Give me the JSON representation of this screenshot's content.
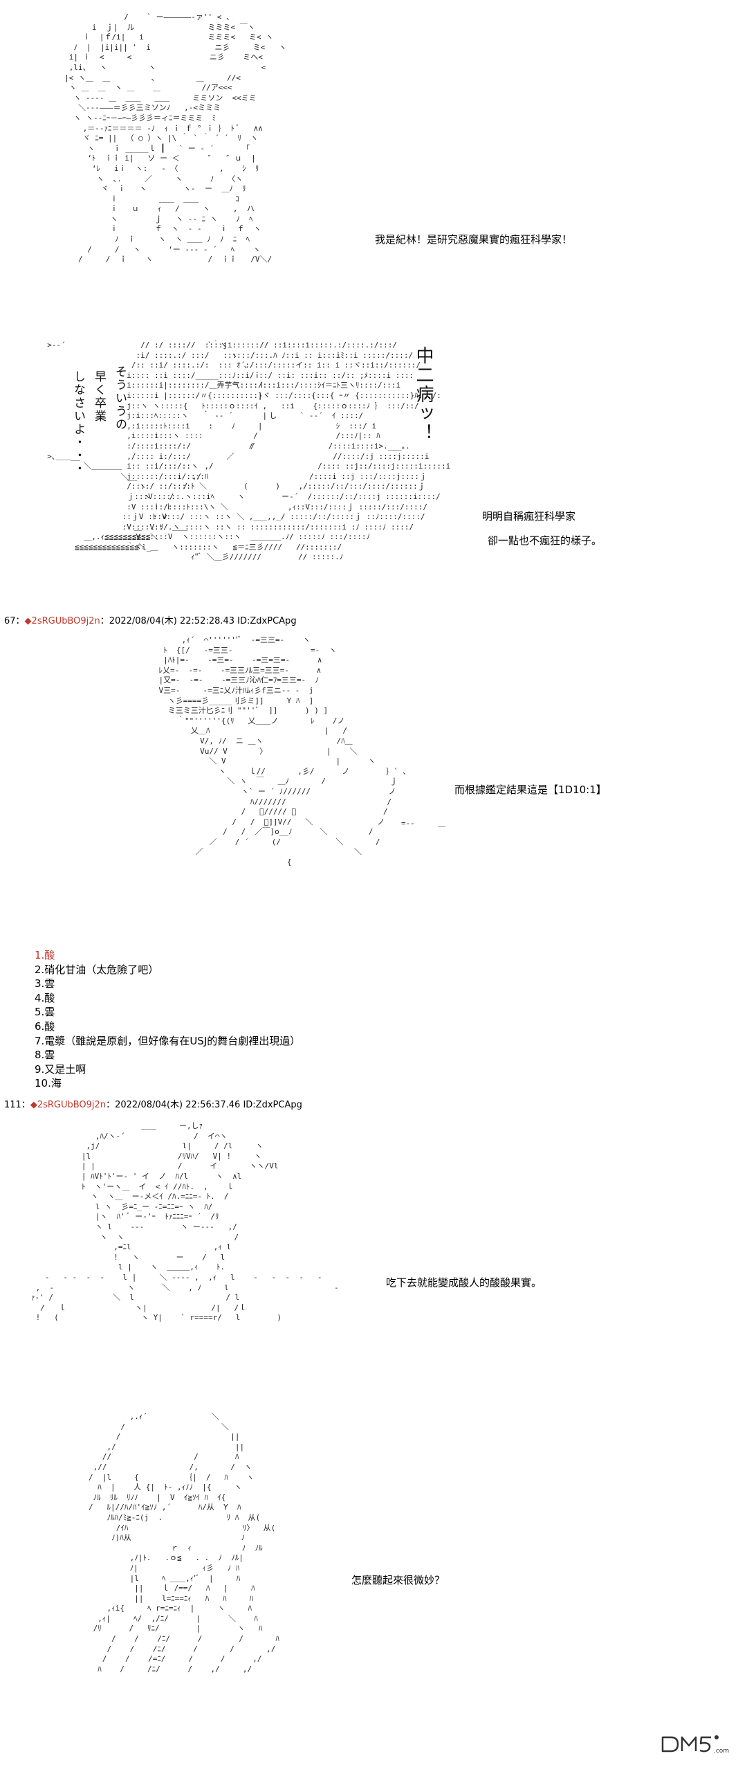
{
  "scenes": [
    {
      "speech": "我是紀林！是研究惡魔果實的瘋狂科學家！"
    },
    {
      "vertical_texts": [
        "そういうの",
        "早く卒業",
        "しなさいよ・・・"
      ],
      "vertical_shout": "中二病ッ！",
      "speech_lines": [
        "明明自稱瘋狂科學家",
        "卻一點也不瘋狂的樣子。"
      ]
    },
    {
      "header": {
        "number": "67：",
        "trip": "◆2sRGUbBO9j2n",
        "meta": "：2022/08/04(木) 22:52:28.43 ID:ZdxPCApg"
      },
      "speech": "而根據鑑定結果這是【1D10:1】",
      "results": [
        "1.酸",
        "2.硝化甘油（太危險了吧）",
        "3.雲",
        "4.酸",
        "5.雲",
        "6.酸",
        "7.電漿（雖說是原創，但好像有在USJ的舞台劇裡出現過）",
        "8.雲",
        "9.又是土啊",
        "10.海"
      ],
      "highlight_color": "#c0392b"
    },
    {
      "header": {
        "number": "111：",
        "trip": "◆2sRGUbBO9j2n",
        "meta": "：2022/08/04(木) 22:56:37.46 ID:ZdxPCApg"
      },
      "speech": "吃下去就能變成酸人的酸酸果實。"
    },
    {
      "speech": "怎麼聽起來很微妙？"
    }
  ],
  "watermark": {
    "label": "DM5",
    "suffix": ".com"
  }
}
